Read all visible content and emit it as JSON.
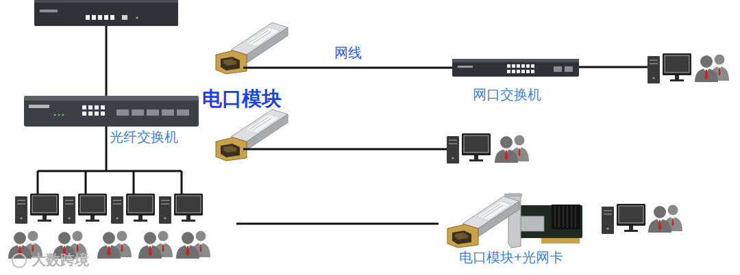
{
  "diagram": {
    "nodes": [
      {
        "text": [
          "电口模块"
        ]
      },
      {
        "text": [
          "网口交换机"
        ]
      },
      {
        "text": [
          "光纤交换机"
        ]
      },
      {
        "text": [
          "电口模块+光网卡"
        ]
      }
    ],
    "edges": [
      {
        "from": 0,
        "to": 1,
        "label": "网线",
        "arrow": "none"
      }
    ],
    "labels": [
      "大数跨境"
    ]
  }
}
